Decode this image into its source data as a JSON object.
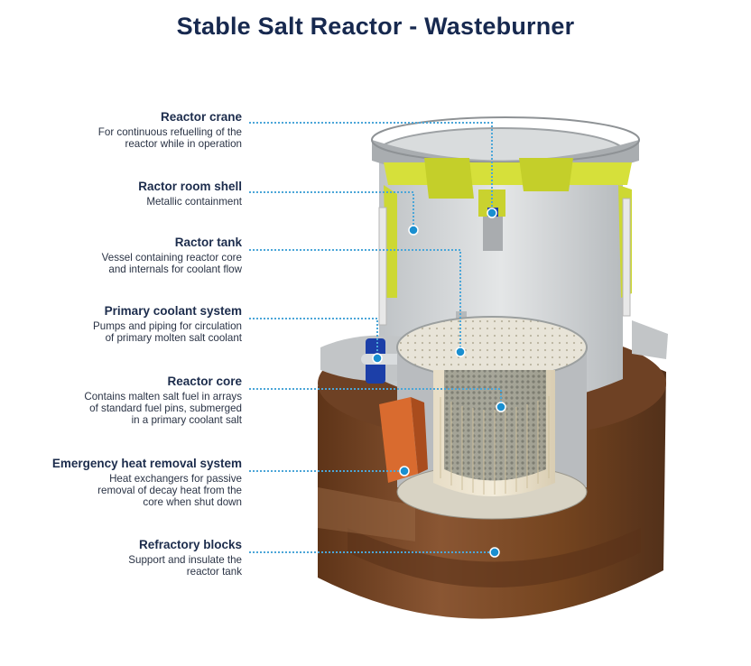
{
  "title": "Stable Salt Reactor - Wasteburner",
  "colors": {
    "title": "#17294f",
    "callout_line": "#4ba6d8",
    "callout_dot": "#1a8fd0",
    "refractory": "#7a4a2a",
    "crane": "#d6e03a",
    "shell": "#cfd2d4",
    "heat_exchanger": "#d96b2f",
    "pump": "#1c3fa8"
  },
  "components": [
    {
      "name": "Reactor crane",
      "desc": "For continuous refuelling of the\nreactor while in operation"
    },
    {
      "name": "Ractor room shell",
      "desc": "Metallic containment"
    },
    {
      "name": "Ractor tank",
      "desc": "Vessel containing reactor core\nand internals for coolant flow"
    },
    {
      "name": "Primary coolant system",
      "desc": "Pumps and piping for circulation\nof primary molten salt coolant"
    },
    {
      "name": "Reactor core",
      "desc": "Contains malten salt fuel in arrays\nof standard fuel pins, submerged\nin a primary coolant salt"
    },
    {
      "name": "Emergency heat removal system",
      "desc": "Heat exchangers for passive\nremoval of decay heat from the\ncore when shut down"
    },
    {
      "name": "Refractory blocks",
      "desc": "Support and insulate the\nreactor tank"
    }
  ]
}
